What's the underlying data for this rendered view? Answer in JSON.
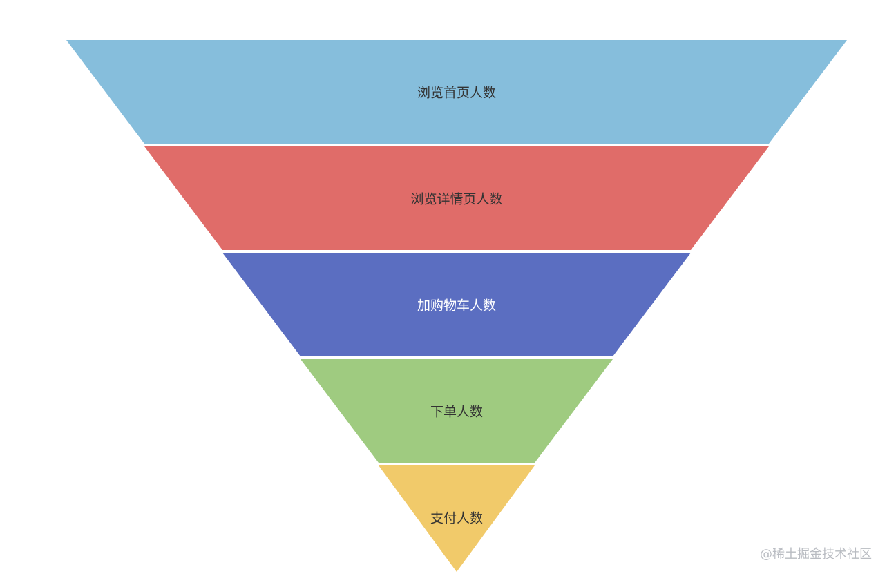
{
  "chart_data": {
    "type": "funnel",
    "title": "",
    "sort": "descending",
    "shape": "triangle",
    "legend": "none",
    "grid": false,
    "categories": [
      "浏览首页人数",
      "浏览详情页人数",
      "加购物车人数",
      "下单人数",
      "支付人数"
    ],
    "values": [
      100,
      80,
      60,
      40,
      20
    ],
    "colors": [
      "#86bedc",
      "#e06c69",
      "#5b6ec1",
      "#9fcb80",
      "#f1ca6a"
    ],
    "label_colors": [
      "#333333",
      "#333333",
      "#ffffff",
      "#333333",
      "#333333"
    ]
  },
  "watermark": "@稀土掘金技术社区"
}
